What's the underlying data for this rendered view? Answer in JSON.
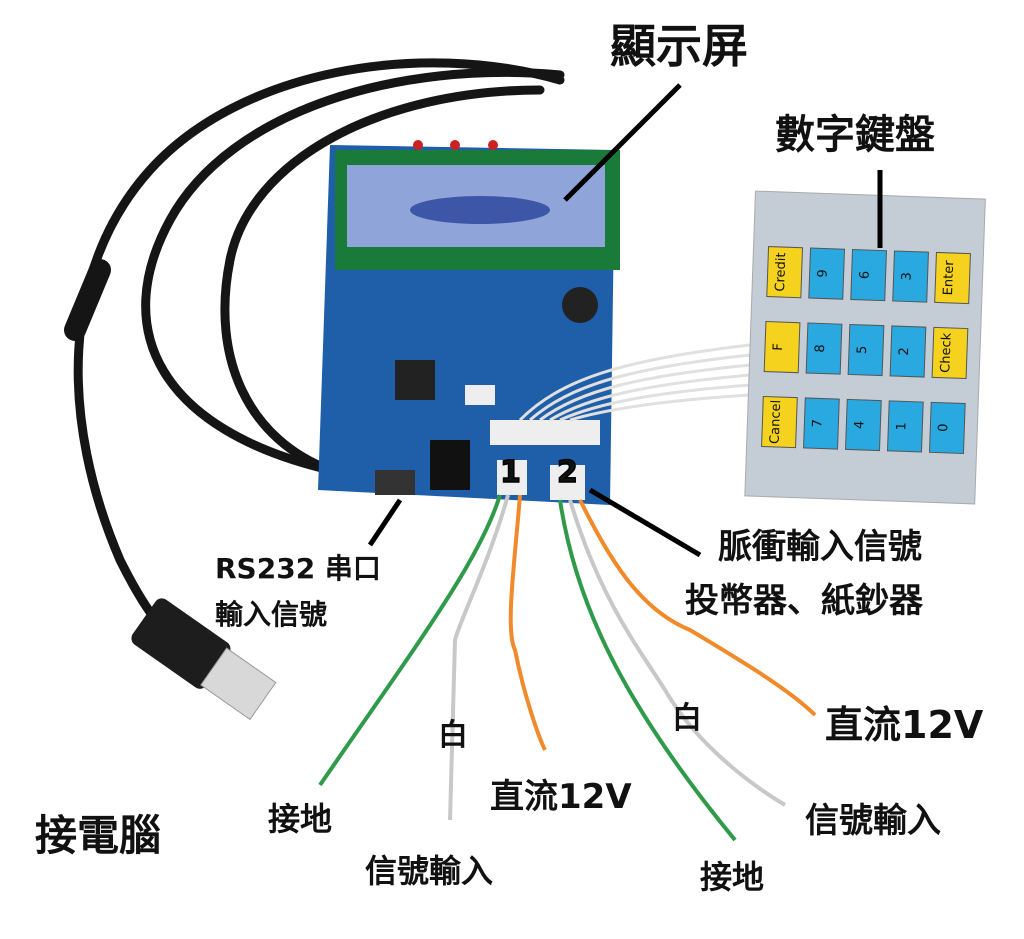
{
  "labels": {
    "display": "顯示屏",
    "keypad": "數字鍵盤",
    "pulse_line1": "脈衝輸入信號",
    "pulse_line2": "投幣器、紙鈔器",
    "rs232_line1": "RS232 串口",
    "rs232_line2": "輸入信號",
    "computer": "接電腦",
    "port1": "1",
    "port2": "2",
    "p1_ground": "接地",
    "p1_white": "白",
    "p1_signal": "信號輸入",
    "p1_dc": "直流12V",
    "p2_white": "白",
    "p2_dc": "直流12V",
    "p2_signal": "信號輸入",
    "p2_ground": "接地"
  },
  "keypad": {
    "rows": [
      [
        "Credit",
        "9",
        "6",
        "3",
        "Enter"
      ],
      [
        "F",
        "8",
        "5",
        "2",
        "Check"
      ],
      [
        "Cancel",
        "7",
        "4",
        "1",
        "0"
      ]
    ]
  },
  "colors": {
    "board": "#1f5ea8",
    "lcd": "#8fa4d8",
    "wire_green": "#2e9a4a",
    "wire_orange": "#f08a2a",
    "wire_white": "#c8c8c8",
    "key_blue": "#29a9e0",
    "key_yellow": "#f5d21e"
  }
}
